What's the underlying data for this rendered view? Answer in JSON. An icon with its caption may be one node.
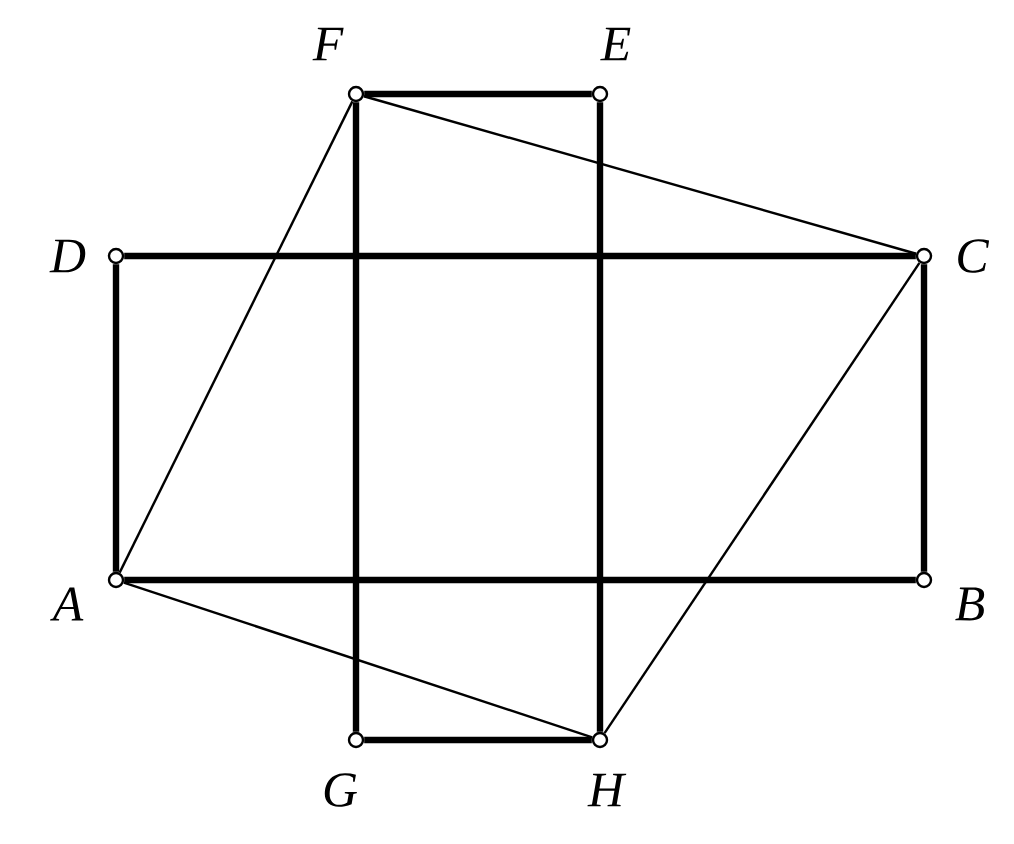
{
  "diagram": {
    "nodes": [
      {
        "text": [],
        "shape": "circle",
        "beside": [
          "F"
        ]
      },
      {
        "text": [],
        "shape": "circle",
        "beside": [
          "E"
        ]
      },
      {
        "text": [],
        "shape": "circle",
        "beside": [
          "D"
        ]
      },
      {
        "text": [],
        "shape": "circle",
        "beside": [
          "C"
        ]
      },
      {
        "text": [],
        "shape": "circle",
        "beside": [
          "A"
        ]
      },
      {
        "text": [],
        "shape": "circle",
        "beside": [
          "B"
        ]
      },
      {
        "text": [],
        "shape": "circle",
        "beside": [
          "G"
        ]
      },
      {
        "text": [],
        "shape": "circle",
        "beside": [
          "H"
        ]
      }
    ],
    "edges": [
      {
        "from": 2,
        "to": 3,
        "arrow": "none"
      },
      {
        "from": 3,
        "to": 5,
        "arrow": "none"
      },
      {
        "from": 5,
        "to": 4,
        "arrow": "none"
      },
      {
        "from": 4,
        "to": 2,
        "arrow": "none"
      },
      {
        "from": 0,
        "to": 1,
        "arrow": "none"
      },
      {
        "from": 1,
        "to": 7,
        "arrow": "none"
      },
      {
        "from": 7,
        "to": 6,
        "arrow": "none"
      },
      {
        "from": 6,
        "to": 0,
        "arrow": "none"
      },
      {
        "from": 4,
        "to": 0,
        "arrow": "none"
      },
      {
        "from": 0,
        "to": 3,
        "arrow": "none"
      },
      {
        "from": 3,
        "to": 7,
        "arrow": "none"
      },
      {
        "from": 7,
        "to": 4,
        "arrow": "none"
      }
    ]
  }
}
